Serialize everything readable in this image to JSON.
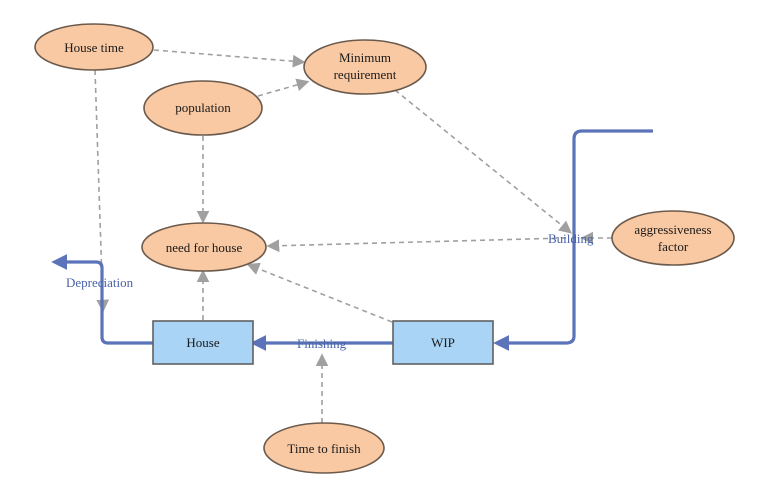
{
  "colors": {
    "aux_fill": "#f9c9a3",
    "aux_stroke": "#6b5a4c",
    "stock_fill": "#a9d4f5",
    "stock_stroke": "#606060",
    "flow": "#5b73b8",
    "link": "#a0a0a0",
    "flow_label": "#4a64a8"
  },
  "auxiliaries": {
    "house_time": "House time",
    "min_req_line1": "Minimum",
    "min_req_line2": "requirement",
    "population": "population",
    "need_for_house": "need for house",
    "aggr_line1": "aggressiveness",
    "aggr_line2": "factor",
    "time_to_finish": "Time to finish"
  },
  "stocks": {
    "house": "House",
    "wip": "WIP"
  },
  "flows": {
    "depreciation": "Depreciation",
    "finishing": "Finishing",
    "building": "Building"
  }
}
